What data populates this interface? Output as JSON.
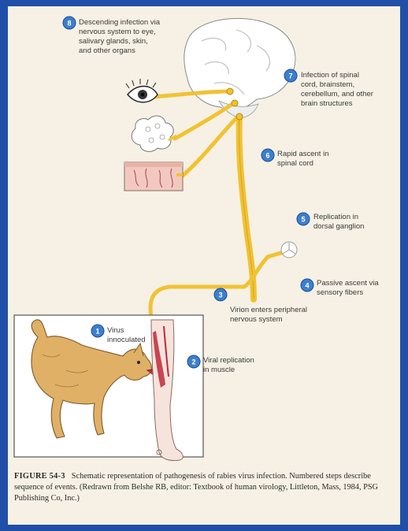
{
  "steps": [
    {
      "num": "1",
      "lines": [
        "Virus",
        "innoculated"
      ]
    },
    {
      "num": "2",
      "lines": [
        "Viral replication",
        "in muscle"
      ]
    },
    {
      "num": "3",
      "lines": [
        "Virion enters peripheral",
        "nervous system"
      ]
    },
    {
      "num": "4",
      "lines": [
        "Passive ascent via",
        "sensory fibers"
      ]
    },
    {
      "num": "5",
      "lines": [
        "Replication in",
        "dorsal ganglion"
      ]
    },
    {
      "num": "6",
      "lines": [
        "Rapid ascent in",
        "spinal cord"
      ]
    },
    {
      "num": "7",
      "lines": [
        "Infection of spinal",
        "cord, brainstem,",
        "cerebellum, and other",
        "brain structures"
      ]
    },
    {
      "num": "8",
      "lines": [
        "Descending infection via",
        "nervous system to eye,",
        "salivary glands, skin,",
        "and other organs"
      ]
    }
  ],
  "caption": {
    "figure_label": "FIGURE 54-3",
    "text": "Schematic representation of pathogenesis of rabies virus infection. Numbered steps describe sequence of events. (Redrawn from Belshe RB, editor: Textbook of human virology, Littleton, Mass, 1984, PSG Publishing Co, Inc.)"
  },
  "colors": {
    "nerve": "#f1c232",
    "nerve_outline": "#b8860b",
    "badge": "#3c7fd0",
    "dog": "#e0b067",
    "blood": "#c0283a"
  }
}
